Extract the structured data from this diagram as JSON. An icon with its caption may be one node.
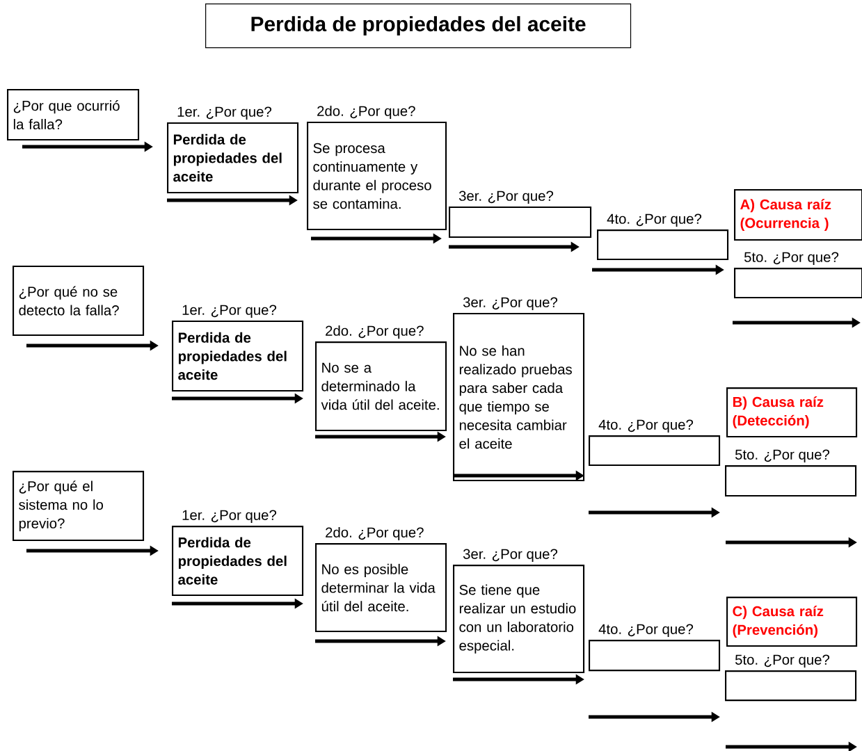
{
  "diagram": {
    "title": "Perdida de propiedades  del aceite",
    "nodes": [
      {
        "text": [
          "¿Por que ocurrió la falla?"
        ]
      },
      {
        "text": [
          "1er. ¿Por que?",
          "Perdida de propiedades del aceite"
        ]
      },
      {
        "text": [
          "2do. ¿Por que?",
          "Se procesa continuamente  y durante el proceso se contamina."
        ]
      },
      {
        "text": [
          "3er. ¿Por que?"
        ]
      },
      {
        "text": [
          "4to. ¿Por que?"
        ]
      },
      {
        "text": [
          "A) Causa raíz (Ocurrencia )"
        ]
      },
      {
        "text": [
          "5to. ¿Por que?"
        ]
      },
      {
        "text": [
          "¿Por qué no se detecto la falla?"
        ]
      },
      {
        "text": [
          "1er. ¿Por que?",
          "Perdida de propiedades del aceite"
        ]
      },
      {
        "text": [
          "2do. ¿Por que?",
          "No se a determinado la vida útil del aceite."
        ]
      },
      {
        "text": [
          "3er. ¿Por que?",
          "No se han realizado pruebas para saber cada que tiempo se necesita cambiar el aceite"
        ]
      },
      {
        "text": [
          "4to. ¿Por que?"
        ]
      },
      {
        "text": [
          "B) Causa raíz (Detección)"
        ]
      },
      {
        "text": [
          "5to. ¿Por que?"
        ]
      },
      {
        "text": [
          "¿Por qué el sistema no lo previo?"
        ]
      },
      {
        "text": [
          "1er. ¿Por que?",
          "Perdida de propiedades del aceite"
        ]
      },
      {
        "text": [
          "2do. ¿Por que?",
          "No es posible determinar la vida útil del aceite."
        ]
      },
      {
        "text": [
          "3er. ¿Por que?",
          "Se tiene que realizar un estudio con un laboratorio especial."
        ]
      },
      {
        "text": [
          "4to. ¿Por que?"
        ]
      },
      {
        "text": [
          "C) Causa raíz (Prevención)"
        ]
      },
      {
        "text": [
          "5to. ¿Por que?"
        ]
      }
    ]
  }
}
